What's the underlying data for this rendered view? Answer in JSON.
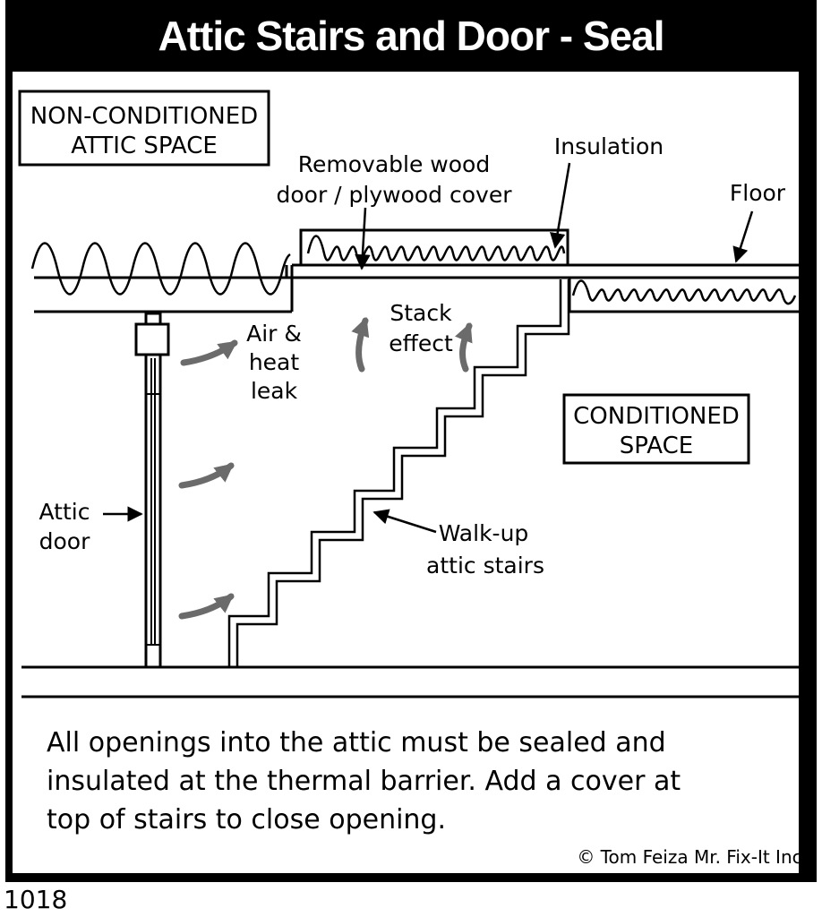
{
  "title": "Attic Stairs and Door - Seal",
  "boxes": {
    "attic_line1": "NON-CONDITIONED",
    "attic_line2": "ATTIC SPACE",
    "conditioned_line1": "CONDITIONED",
    "conditioned_line2": "SPACE"
  },
  "labels": {
    "cover_line1": "Removable wood",
    "cover_line2": "door / plywood cover",
    "insulation": "Insulation",
    "floor": "Floor",
    "stack_line1": "Stack",
    "stack_line2": "effect",
    "air_line1": "Air &",
    "air_line2": "heat",
    "air_line3": "leak",
    "door_line1": "Attic",
    "door_line2": "door",
    "stairs_line1": "Walk-up",
    "stairs_line2": "attic stairs"
  },
  "caption": {
    "line1": "All openings into the attic must be sealed and",
    "line2": "insulated at the thermal barrier.  Add a cover at",
    "line3": "top of stairs to close opening."
  },
  "credit": "© Tom Feiza Mr. Fix-It Inc.",
  "figure_number": "1018",
  "colors": {
    "frame": "#000000",
    "arrow_gray": "#6b6b6b",
    "background": "#ffffff"
  }
}
